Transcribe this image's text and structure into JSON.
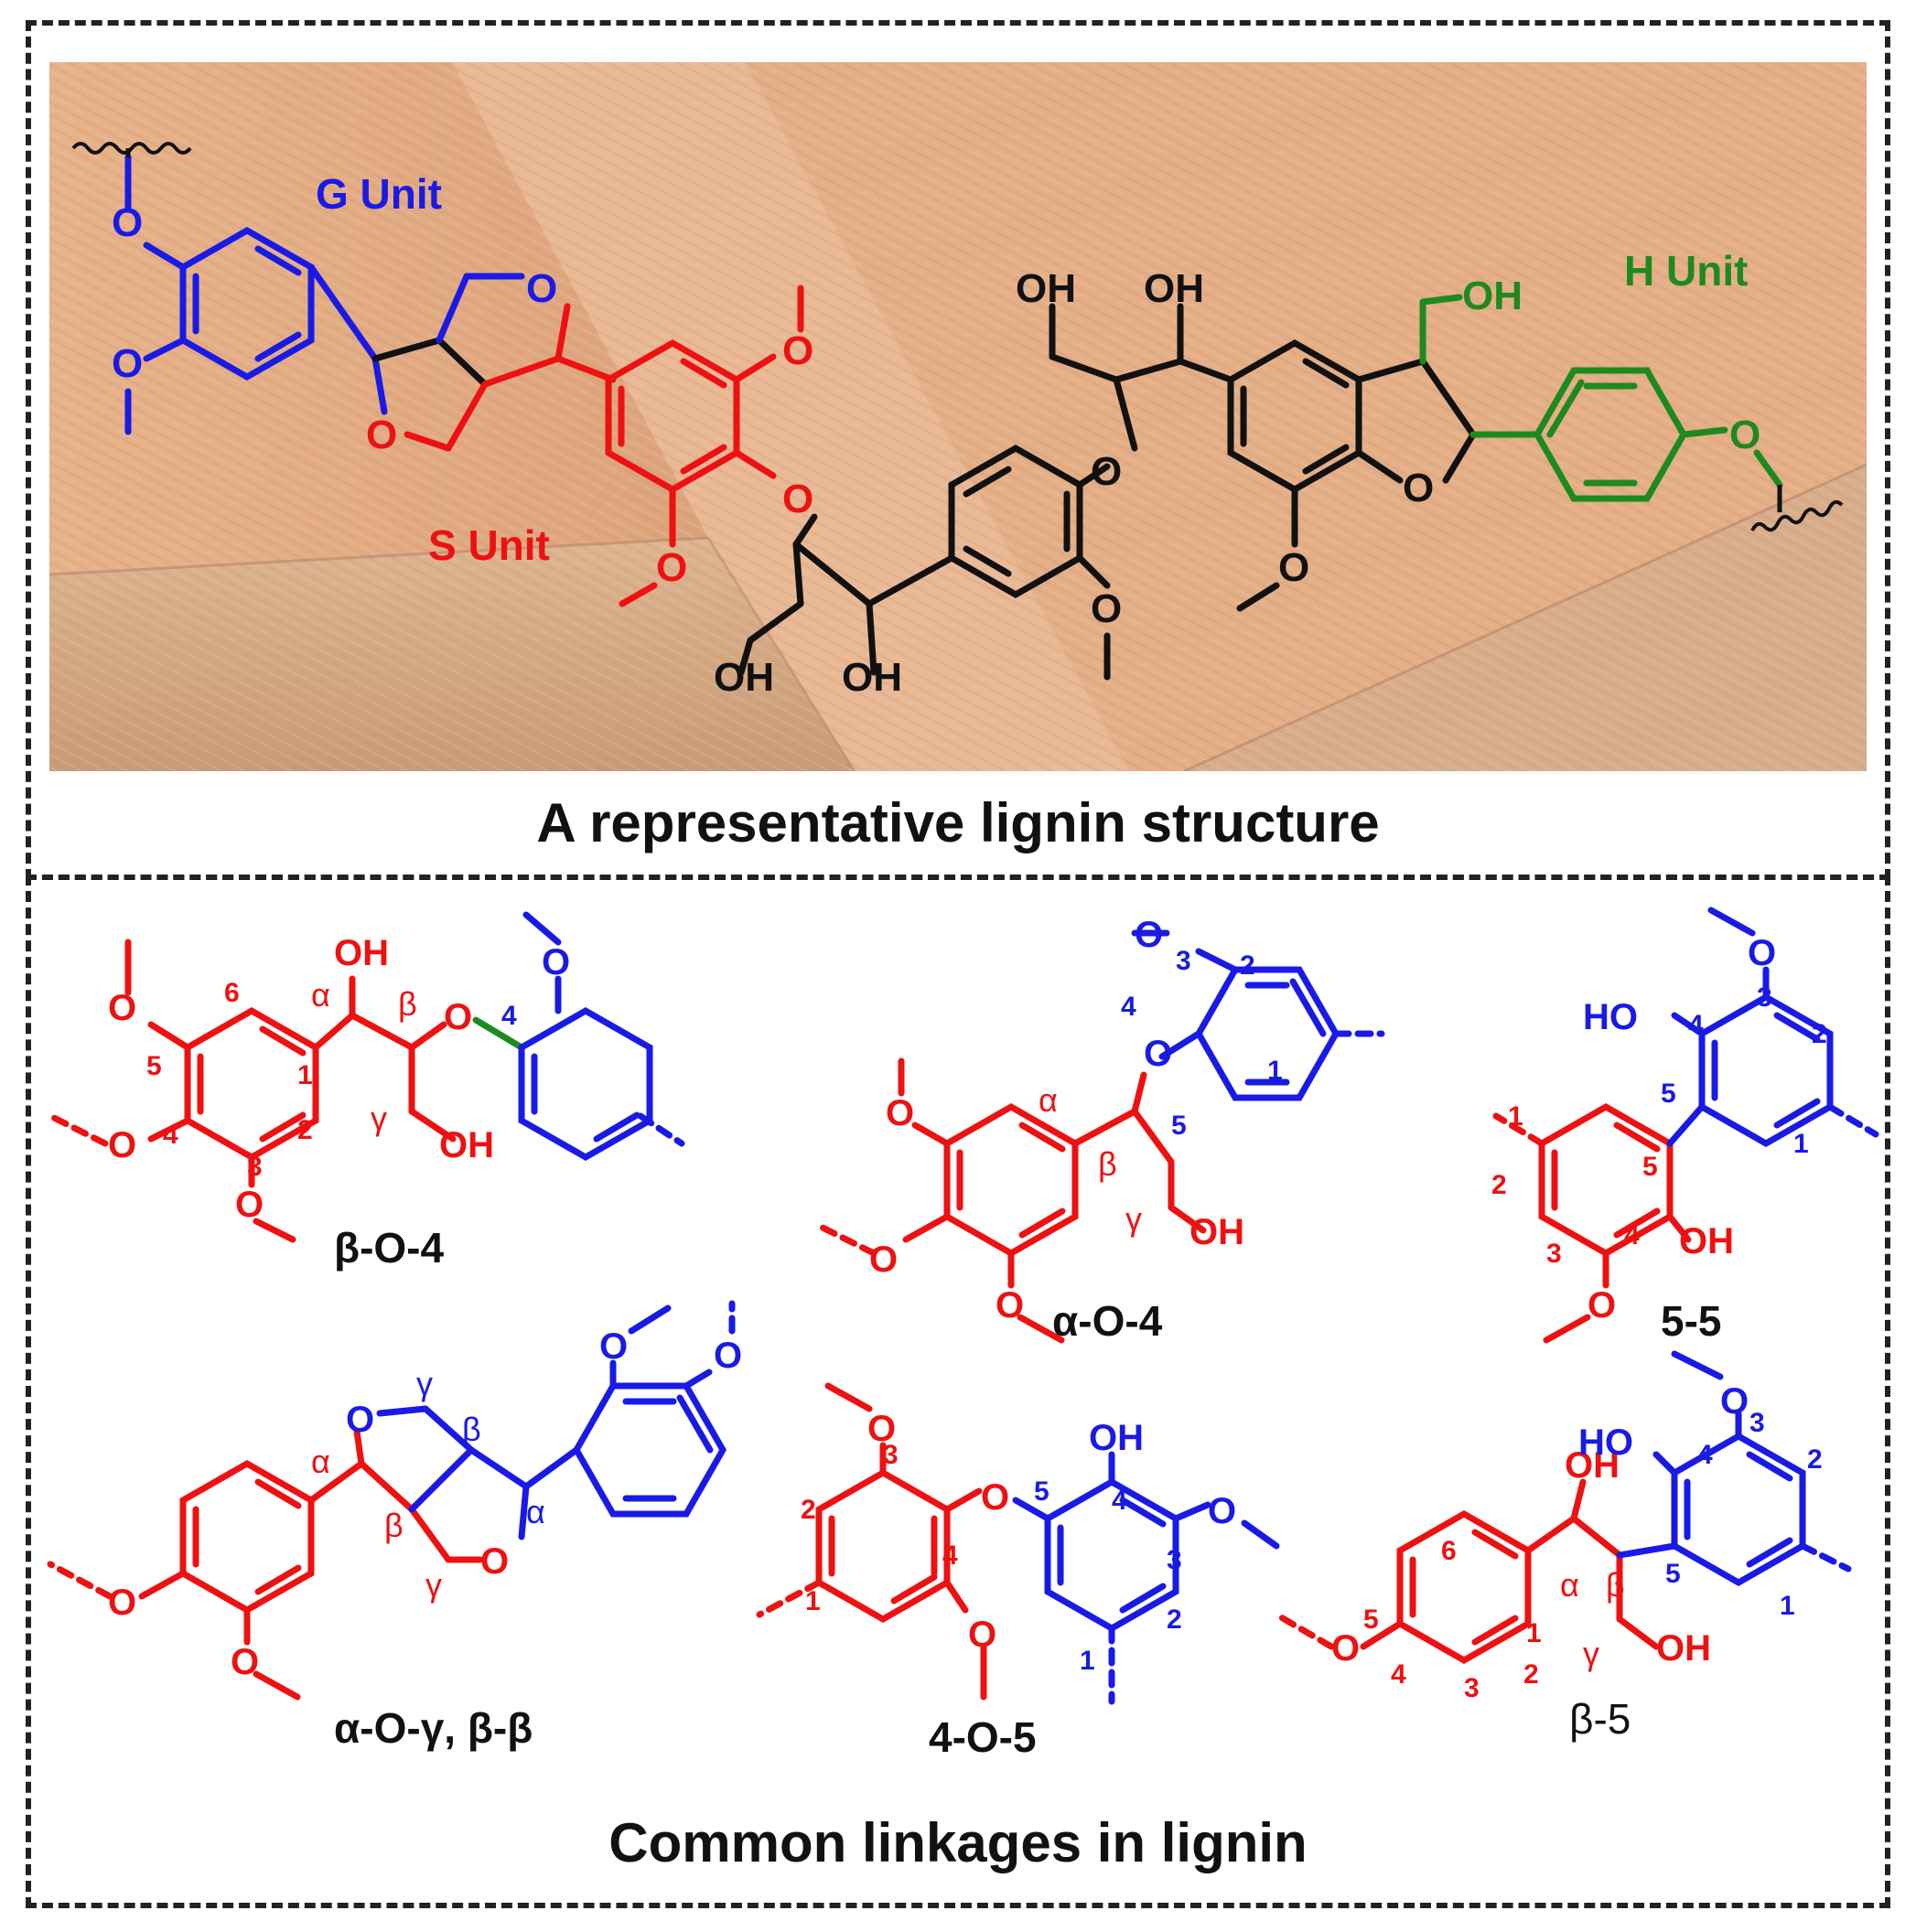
{
  "colors": {
    "g_unit": "#1a1ae6",
    "s_unit": "#ee1111",
    "h_unit": "#1e8a1e",
    "black": "#111111",
    "wood_base": "#e2b48e"
  },
  "top": {
    "title": "A representative lignin structure",
    "labels": {
      "g": "G Unit",
      "s": "S Unit",
      "h": "H Unit"
    },
    "atoms": {
      "o": "O",
      "oh": "OH"
    }
  },
  "bottom": {
    "title": "Common linkages in lignin",
    "linkages": [
      "β-O-4",
      "α-O-4",
      "5-5",
      "α-O-γ, β-β",
      "4-O-5",
      "β-5"
    ],
    "atoms": {
      "o": "O",
      "oh": "OH",
      "ho": "HO"
    },
    "greek": {
      "alpha": "α",
      "beta": "β",
      "gamma": "γ"
    },
    "numbers": [
      "1",
      "2",
      "3",
      "4",
      "5",
      "6"
    ]
  }
}
